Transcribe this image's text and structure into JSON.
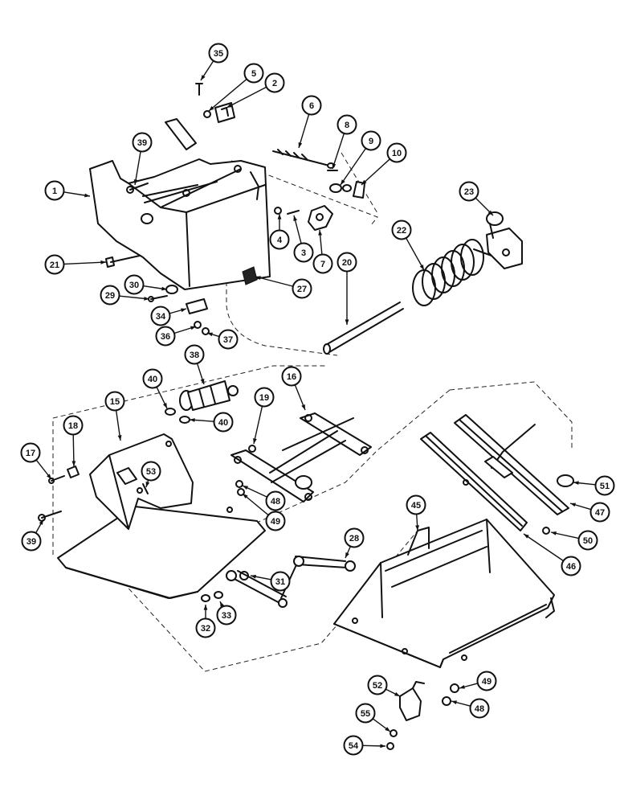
{
  "diagram": {
    "callouts": [
      "35",
      "5",
      "2",
      "6",
      "8",
      "9",
      "10",
      "39",
      "1",
      "4",
      "3",
      "7",
      "23",
      "22",
      "21",
      "30",
      "27",
      "20",
      "29",
      "34",
      "36",
      "37",
      "38",
      "40",
      "40",
      "16",
      "19",
      "15",
      "18",
      "17",
      "53",
      "48",
      "49",
      "51",
      "47",
      "50",
      "28",
      "45",
      "31",
      "32",
      "33",
      "46",
      "39",
      "52",
      "49",
      "55",
      "48",
      "54"
    ]
  }
}
